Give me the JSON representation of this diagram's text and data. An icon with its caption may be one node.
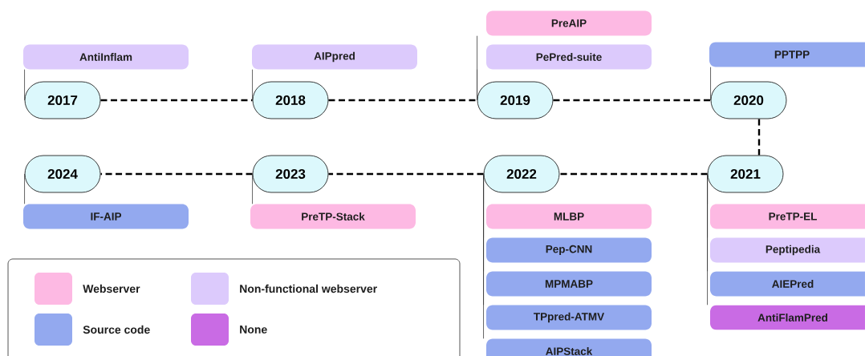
{
  "diagram": {
    "nodes": [
      {
        "text": [
          "2017"
        ]
      },
      {
        "text": [
          "AntiInflam"
        ]
      },
      {
        "text": [
          "2018"
        ]
      },
      {
        "text": [
          "AIPpred"
        ]
      },
      {
        "text": [
          "2019"
        ]
      },
      {
        "text": [
          "PreAIP"
        ]
      },
      {
        "text": [
          "PePred-suite"
        ]
      },
      {
        "text": [
          "2020"
        ]
      },
      {
        "text": [
          "PPTPP"
        ]
      },
      {
        "text": [
          "2021"
        ]
      },
      {
        "text": [
          "PreTP-EL"
        ]
      },
      {
        "text": [
          "Peptipedia"
        ]
      },
      {
        "text": [
          "AIEPred"
        ]
      },
      {
        "text": [
          "AntiFlamPred"
        ]
      },
      {
        "text": [
          "2022"
        ]
      },
      {
        "text": [
          "MLBP"
        ]
      },
      {
        "text": [
          "Pep-CNN"
        ]
      },
      {
        "text": [
          "MPMABP"
        ]
      },
      {
        "text": [
          "TPpred-ATMV"
        ]
      },
      {
        "text": [
          "AIPStack"
        ]
      },
      {
        "text": [
          "2023"
        ]
      },
      {
        "text": [
          "PreTP-Stack"
        ]
      },
      {
        "text": [
          "2024"
        ]
      },
      {
        "text": [
          "IF-AIP"
        ]
      }
    ],
    "edges": [
      {
        "from": 0,
        "to": 2,
        "arrow": "none",
        "style": "dashed"
      },
      {
        "from": 2,
        "to": 4,
        "arrow": "none",
        "style": "dashed"
      },
      {
        "from": 4,
        "to": 7,
        "arrow": "none",
        "style": "dashed"
      },
      {
        "from": 7,
        "to": 9,
        "arrow": "none",
        "style": "dashed"
      },
      {
        "from": 9,
        "to": 14,
        "arrow": "none",
        "style": "dashed"
      },
      {
        "from": 14,
        "to": 20,
        "arrow": "none",
        "style": "dashed"
      },
      {
        "from": 20,
        "to": 22,
        "arrow": "none",
        "style": "dashed"
      },
      {
        "from": 0,
        "to": 1,
        "arrow": "none"
      },
      {
        "from": 2,
        "to": 3,
        "arrow": "none"
      },
      {
        "from": 4,
        "to": 5,
        "arrow": "none"
      },
      {
        "from": 4,
        "to": 6,
        "arrow": "none"
      },
      {
        "from": 7,
        "to": 8,
        "arrow": "none"
      },
      {
        "from": 9,
        "to": 10,
        "arrow": "none"
      },
      {
        "from": 9,
        "to": 11,
        "arrow": "none"
      },
      {
        "from": 9,
        "to": 12,
        "arrow": "none"
      },
      {
        "from": 9,
        "to": 13,
        "arrow": "none"
      },
      {
        "from": 14,
        "to": 15,
        "arrow": "none"
      },
      {
        "from": 14,
        "to": 16,
        "arrow": "none"
      },
      {
        "from": 14,
        "to": 17,
        "arrow": "none"
      },
      {
        "from": 14,
        "to": 18,
        "arrow": "none"
      },
      {
        "from": 14,
        "to": 19,
        "arrow": "none"
      },
      {
        "from": 20,
        "to": 21,
        "arrow": "none"
      },
      {
        "from": 22,
        "to": 23,
        "arrow": "none"
      }
    ],
    "legend": [
      {
        "text": "Webserver",
        "color": "#fdb9e3"
      },
      {
        "text": "Non-functional webserver",
        "color": "#dccafc"
      },
      {
        "text": "Source code",
        "color": "#93a9ef"
      },
      {
        "text": "None",
        "color": "#c96be4"
      }
    ]
  }
}
